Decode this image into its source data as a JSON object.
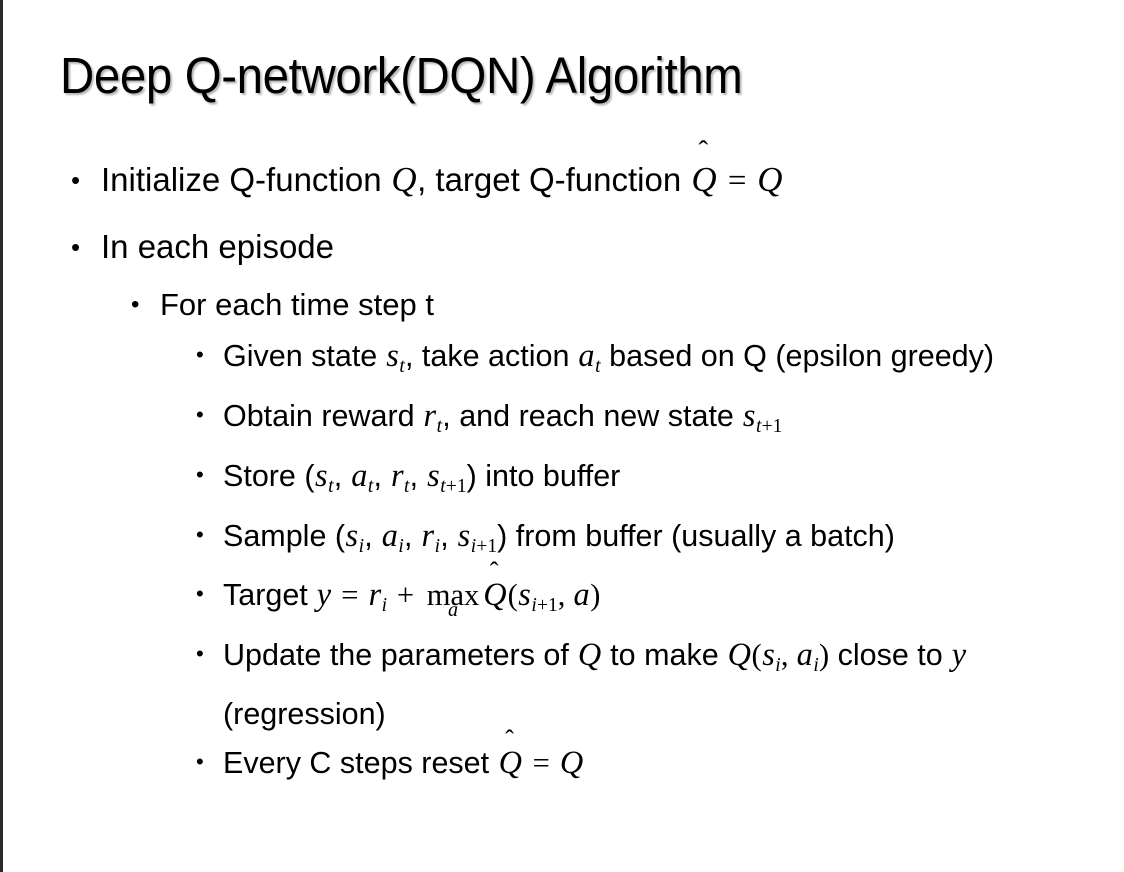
{
  "slide": {
    "title": "Deep Q-network(DQN) Algorithm",
    "background_color": "#ffffff",
    "text_color": "#000000",
    "border_color": "#2b2b2b"
  },
  "bullets": [
    {
      "level": 1,
      "marker": "•",
      "text": "Initialize Q-function Q, target Q-function Q̂ = Q",
      "segments": [
        {
          "kind": "text",
          "value": "Initialize Q-function "
        },
        {
          "kind": "var",
          "value": "Q"
        },
        {
          "kind": "text",
          "value": ", target Q-function "
        },
        {
          "kind": "hatvar",
          "value": "Q",
          "accent": "̂"
        },
        {
          "kind": "op",
          "value": "="
        },
        {
          "kind": "var",
          "value": "Q"
        }
      ]
    },
    {
      "level": 1,
      "marker": "•",
      "text": "In each episode",
      "segments": [
        {
          "kind": "text",
          "value": "In each episode"
        }
      ]
    },
    {
      "level": 2,
      "marker": "•",
      "text": "For each time step t",
      "segments": [
        {
          "kind": "text",
          "value": "For each time step t"
        }
      ]
    },
    {
      "level": 3,
      "marker": "•",
      "text": "Given state s_t, take action a_t based on Q (epsilon greedy)",
      "segments": [
        {
          "kind": "text",
          "value": "Given state "
        },
        {
          "kind": "var",
          "value": "s",
          "sub": "t"
        },
        {
          "kind": "text",
          "value": ", take action "
        },
        {
          "kind": "var",
          "value": "a",
          "sub": "t"
        },
        {
          "kind": "text",
          "value": " based on Q (epsilon greedy)"
        }
      ]
    },
    {
      "level": 3,
      "marker": "•",
      "text": "Obtain reward r_t, and reach new state s_t+1",
      "segments": [
        {
          "kind": "text",
          "value": "Obtain reward "
        },
        {
          "kind": "var",
          "value": "r",
          "sub": "t"
        },
        {
          "kind": "text",
          "value": ", and reach new state "
        },
        {
          "kind": "var",
          "value": "s",
          "sub": "t+1"
        }
      ]
    },
    {
      "level": 3,
      "marker": "•",
      "text": "Store (s_t, a_t, r_t, s_t+1) into buffer",
      "segments": [
        {
          "kind": "text",
          "value": "Store ("
        },
        {
          "kind": "var",
          "value": "s",
          "sub": "t"
        },
        {
          "kind": "text",
          "value": ", "
        },
        {
          "kind": "var",
          "value": "a",
          "sub": "t"
        },
        {
          "kind": "text",
          "value": ", "
        },
        {
          "kind": "var",
          "value": "r",
          "sub": "t"
        },
        {
          "kind": "text",
          "value": ", "
        },
        {
          "kind": "var",
          "value": "s",
          "sub": "t+1"
        },
        {
          "kind": "text",
          "value": ") into buffer"
        }
      ]
    },
    {
      "level": 3,
      "marker": "•",
      "text": "Sample (s_i, a_i, r_i, s_i+1) from buffer (usually a batch)",
      "segments": [
        {
          "kind": "text",
          "value": "Sample ("
        },
        {
          "kind": "var",
          "value": "s",
          "sub": "i"
        },
        {
          "kind": "text",
          "value": ", "
        },
        {
          "kind": "var",
          "value": "a",
          "sub": "i"
        },
        {
          "kind": "text",
          "value": ", "
        },
        {
          "kind": "var",
          "value": "r",
          "sub": "i"
        },
        {
          "kind": "text",
          "value": ", "
        },
        {
          "kind": "var",
          "value": "s",
          "sub": "i+1"
        },
        {
          "kind": "text",
          "value": ") from buffer (usually a batch)"
        }
      ]
    },
    {
      "level": 3,
      "marker": "•",
      "text": "Target y = r_i + max_a Q̂(s_i+1, a)",
      "segments": [
        {
          "kind": "text",
          "value": "Target "
        },
        {
          "kind": "var",
          "value": "y"
        },
        {
          "kind": "op",
          "value": "="
        },
        {
          "kind": "var",
          "value": "r",
          "sub": "i"
        },
        {
          "kind": "op",
          "value": "+"
        },
        {
          "kind": "limop",
          "value": "max",
          "limit": "a"
        },
        {
          "kind": "hatvar",
          "value": "Q",
          "accent": "̂"
        },
        {
          "kind": "punct",
          "value": "("
        },
        {
          "kind": "var",
          "value": "s",
          "sub": "i+1"
        },
        {
          "kind": "punct",
          "value": ", "
        },
        {
          "kind": "var",
          "value": "a"
        },
        {
          "kind": "punct",
          "value": ")"
        }
      ]
    },
    {
      "level": 3,
      "marker": "•",
      "text": "Update the parameters of Q to make Q(s_i, a_i) close to y (regression)",
      "segments": [
        {
          "kind": "text",
          "value": "Update the parameters of "
        },
        {
          "kind": "var",
          "value": "Q"
        },
        {
          "kind": "text",
          "value": " to make "
        },
        {
          "kind": "var",
          "value": "Q"
        },
        {
          "kind": "punct",
          "value": "("
        },
        {
          "kind": "var",
          "value": "s",
          "sub": "i"
        },
        {
          "kind": "punct",
          "value": ", "
        },
        {
          "kind": "var",
          "value": "a",
          "sub": "i"
        },
        {
          "kind": "punct",
          "value": ")"
        },
        {
          "kind": "text",
          "value": " close to "
        },
        {
          "kind": "var",
          "value": "y"
        },
        {
          "kind": "text",
          "value": " (regression)"
        }
      ]
    },
    {
      "level": 3,
      "marker": "•",
      "text": "Every C steps reset Q̂ = Q",
      "segments": [
        {
          "kind": "text",
          "value": "Every C steps reset "
        },
        {
          "kind": "hatvar",
          "value": "Q",
          "accent": "̂"
        },
        {
          "kind": "op",
          "value": "="
        },
        {
          "kind": "var",
          "value": "Q"
        }
      ]
    }
  ]
}
